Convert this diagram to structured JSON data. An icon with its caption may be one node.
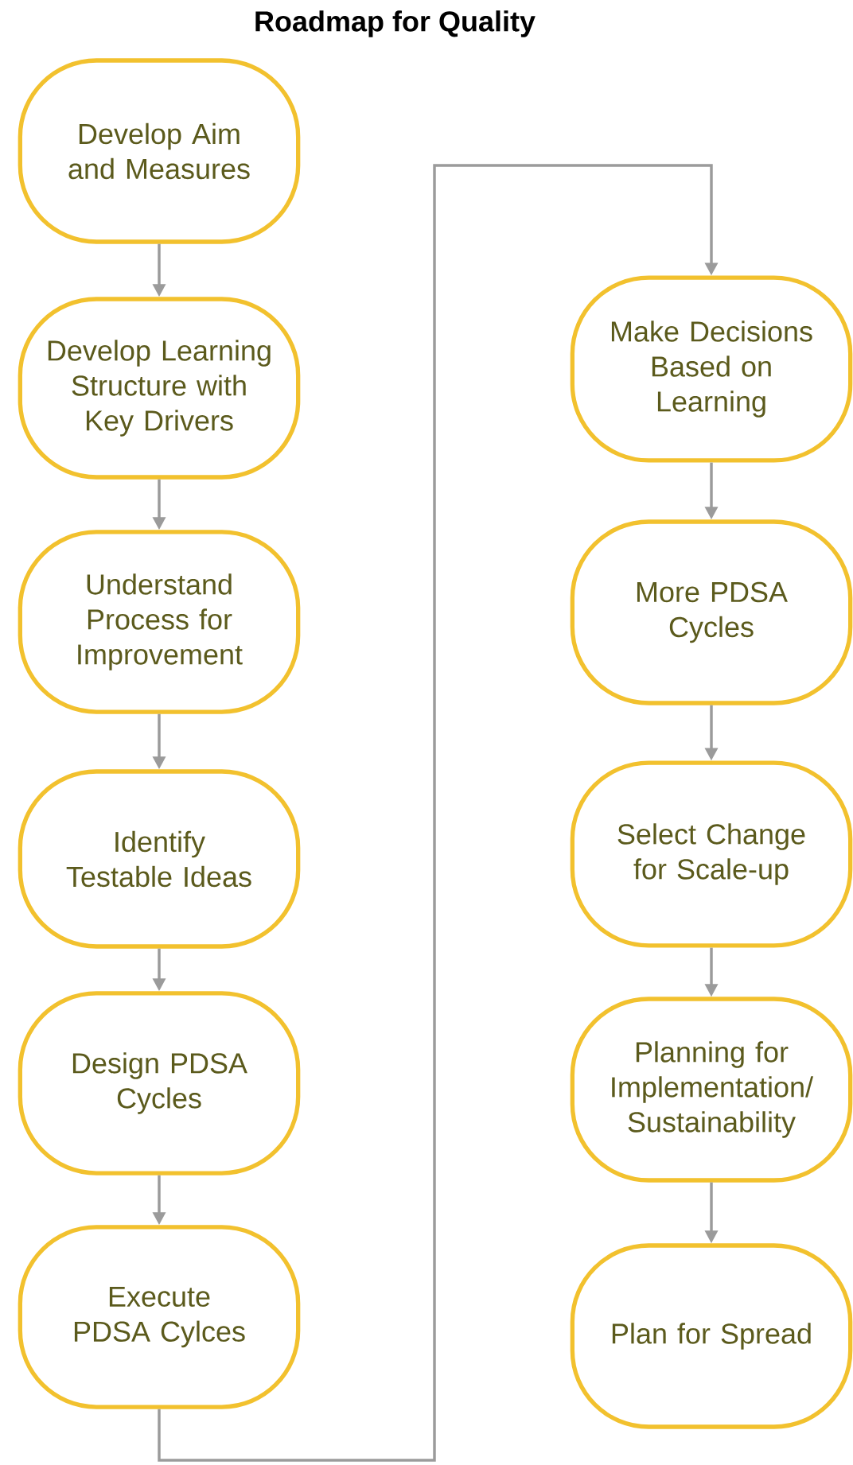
{
  "diagram": {
    "title": "Roadmap for Quality",
    "nodes": [
      {
        "text": [
          "Develop Aim and Measures"
        ]
      },
      {
        "text": [
          "Develop Learning Structure with Key Drivers"
        ]
      },
      {
        "text": [
          "Understand Process for Improvement"
        ]
      },
      {
        "text": [
          "Identify Testable Ideas"
        ]
      },
      {
        "text": [
          "Design PDSA Cycles"
        ]
      },
      {
        "text": [
          "Execute PDSA Cylces"
        ]
      },
      {
        "text": [
          "Make Decisions Based on Learning"
        ]
      },
      {
        "text": [
          "More PDSA Cycles"
        ]
      },
      {
        "text": [
          "Select Change for Scale-up"
        ]
      },
      {
        "text": [
          "Planning for Implementation/ Sustainability"
        ]
      },
      {
        "text": [
          "Plan for Spread"
        ]
      }
    ],
    "edges": [
      {
        "from": 0,
        "to": 1,
        "arrow": "to"
      },
      {
        "from": 1,
        "to": 2,
        "arrow": "to"
      },
      {
        "from": 2,
        "to": 3,
        "arrow": "to"
      },
      {
        "from": 3,
        "to": 4,
        "arrow": "to"
      },
      {
        "from": 4,
        "to": 5,
        "arrow": "to"
      },
      {
        "from": 5,
        "to": 6,
        "arrow": "to"
      },
      {
        "from": 6,
        "to": 7,
        "arrow": "to"
      },
      {
        "from": 7,
        "to": 8,
        "arrow": "to"
      },
      {
        "from": 8,
        "to": 9,
        "arrow": "to"
      },
      {
        "from": 9,
        "to": 10,
        "arrow": "to"
      }
    ]
  }
}
